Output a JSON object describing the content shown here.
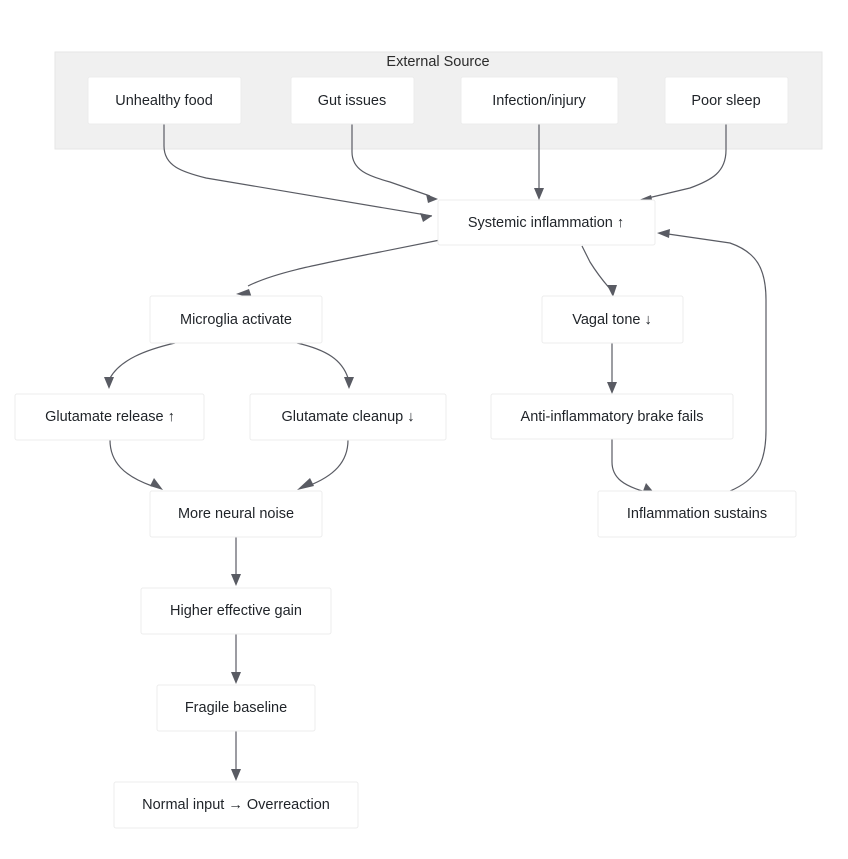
{
  "diagram": {
    "title": "Inflammation to neural overreaction flowchart",
    "background_color": "#ffffff",
    "node_fill": "#ffffff",
    "node_stroke": "#ececec",
    "cluster_fill": "#f0f0f0",
    "cluster_stroke": "#e6e6e6",
    "edge_color": "#595b63",
    "text_color": "#1f2328"
  },
  "cluster": {
    "label": "External Source"
  },
  "nodes": {
    "unhealthy_food": "Unhealthy food",
    "gut_issues": "Gut issues",
    "infection_injury": "Infection/injury",
    "poor_sleep": "Poor sleep",
    "systemic_inflammation": "Systemic inflammation ↑",
    "microglia_activate": "Microglia activate",
    "vagal_tone": "Vagal tone ↓",
    "glutamate_release": "Glutamate release ↑",
    "glutamate_cleanup": "Glutamate cleanup ↓",
    "anti_inflammatory_brake": "Anti-inflammatory brake fails",
    "more_neural_noise": "More neural noise",
    "inflammation_sustains": "Inflammation sustains",
    "higher_effective_gain": "Higher effective gain",
    "fragile_baseline": "Fragile baseline",
    "normal_input_overreaction": "Normal input → Overreaction"
  },
  "edges": [
    {
      "from": "unhealthy_food",
      "to": "systemic_inflammation"
    },
    {
      "from": "gut_issues",
      "to": "systemic_inflammation"
    },
    {
      "from": "infection_injury",
      "to": "systemic_inflammation"
    },
    {
      "from": "poor_sleep",
      "to": "systemic_inflammation"
    },
    {
      "from": "systemic_inflammation",
      "to": "microglia_activate"
    },
    {
      "from": "systemic_inflammation",
      "to": "vagal_tone"
    },
    {
      "from": "microglia_activate",
      "to": "glutamate_release"
    },
    {
      "from": "microglia_activate",
      "to": "glutamate_cleanup"
    },
    {
      "from": "vagal_tone",
      "to": "anti_inflammatory_brake"
    },
    {
      "from": "glutamate_release",
      "to": "more_neural_noise"
    },
    {
      "from": "glutamate_cleanup",
      "to": "more_neural_noise"
    },
    {
      "from": "anti_inflammatory_brake",
      "to": "inflammation_sustains"
    },
    {
      "from": "inflammation_sustains",
      "to": "systemic_inflammation"
    },
    {
      "from": "more_neural_noise",
      "to": "higher_effective_gain"
    },
    {
      "from": "higher_effective_gain",
      "to": "fragile_baseline"
    },
    {
      "from": "fragile_baseline",
      "to": "normal_input_overreaction"
    }
  ]
}
